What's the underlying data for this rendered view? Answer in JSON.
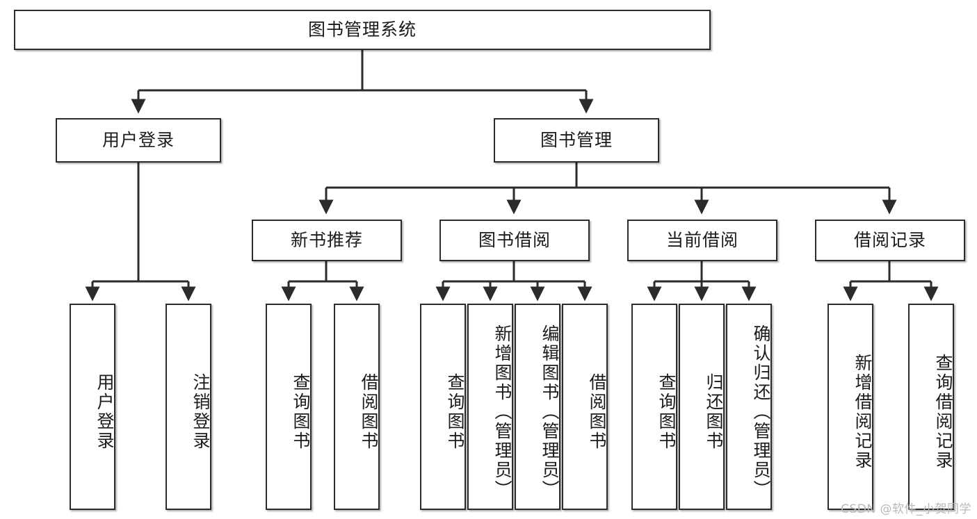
{
  "diagram": {
    "title": "图书管理系统",
    "type": "tree-hierarchy-chart",
    "watermark": "CSDN @软件_小贺同学",
    "colors": {
      "stroke": "#2b2b2b",
      "fill": "#ffffff",
      "text": "#1b1b1b",
      "watermark": "#b9b9b9"
    }
  },
  "nodes": {
    "root": {
      "label": "图书管理系统"
    },
    "level2": [
      {
        "id": "user-login",
        "label": "用户登录"
      },
      {
        "id": "book-manage",
        "label": "图书管理"
      }
    ],
    "level3": [
      {
        "id": "new-book-rec",
        "label": "新书推荐"
      },
      {
        "id": "book-borrow",
        "label": "图书借阅"
      },
      {
        "id": "current-borrow",
        "label": "当前借阅"
      },
      {
        "id": "borrow-record",
        "label": "借阅记录"
      }
    ],
    "leaves": {
      "user-login": [
        {
          "id": "leaf-user-login",
          "label": "用户登录"
        },
        {
          "id": "leaf-user-logout",
          "label": "注销登录"
        }
      ],
      "new-book-rec": [
        {
          "id": "leaf-query-book-1",
          "label": "查询图书"
        },
        {
          "id": "leaf-borrow-book-1",
          "label": "借阅图书"
        }
      ],
      "book-borrow": [
        {
          "id": "leaf-query-book-2",
          "label": "查询图书"
        },
        {
          "id": "leaf-add-book",
          "label": "新增图书（管理员）"
        },
        {
          "id": "leaf-edit-book",
          "label": "编辑图书（管理员）"
        },
        {
          "id": "leaf-borrow-book-2",
          "label": "借阅图书"
        }
      ],
      "current-borrow": [
        {
          "id": "leaf-query-book-3",
          "label": "查询图书"
        },
        {
          "id": "leaf-return-book",
          "label": "归还图书"
        },
        {
          "id": "leaf-confirm-return",
          "label": "确认归还（管理员）"
        }
      ],
      "borrow-record": [
        {
          "id": "leaf-add-record",
          "label": "新增借阅记录"
        },
        {
          "id": "leaf-query-record",
          "label": "查询借阅记录"
        }
      ]
    }
  }
}
